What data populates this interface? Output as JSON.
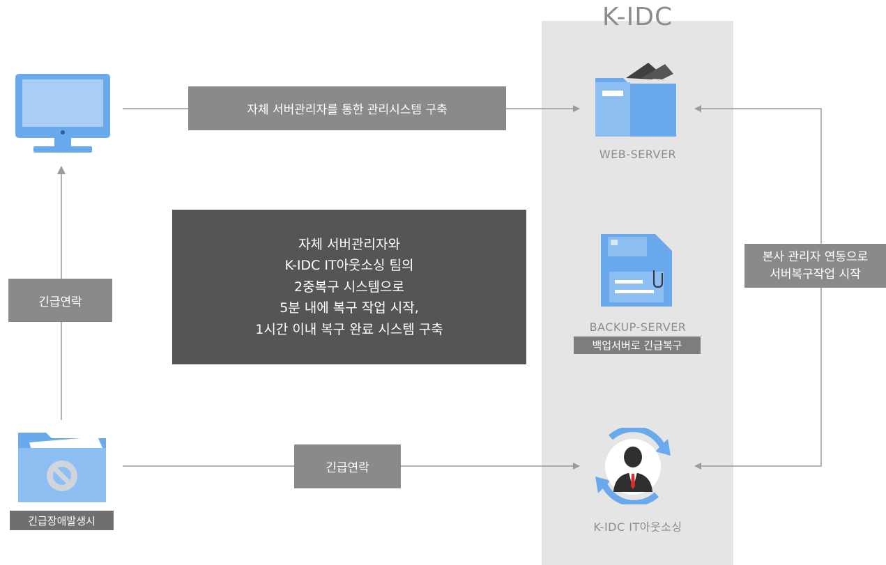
{
  "diagram": {
    "kidc_title": "K-IDC",
    "top_label": "자체 서버관리자를 통한 관리시스템 구축",
    "left_label": "긴급연락",
    "bottom_label": "긴급연락",
    "right_label_lines": [
      "본사 관리자 연동으로",
      "서버복구작업 시작"
    ],
    "central_lines": [
      "자체 서버관리자와",
      "K-IDC IT아웃소싱 팀의",
      "2중복구 시스템으로",
      "5분 내에 복구 작업 시작,",
      "1시간 이내 복구 완료 시스템 구축"
    ],
    "web_server_name": "WEB-SERVER",
    "backup_server_name": "BACKUP-SERVER",
    "backup_tag": "백업서버로 긴급복구",
    "outsourcing_name": "K-IDC IT아웃소싱",
    "fault_tag": "긴급장애발생시"
  },
  "colors": {
    "panel": "#e5e5e5",
    "label_gray": "#8a8a8a",
    "central_box": "#555555",
    "icon_blue": "#6aa9ec",
    "icon_blue_light": "#a9cdf3",
    "connector": "#9a9a9a"
  },
  "icons": [
    "monitor-icon",
    "folder-icon",
    "floppy-disk-icon",
    "person-sync-icon",
    "blocked-folder-icon"
  ]
}
